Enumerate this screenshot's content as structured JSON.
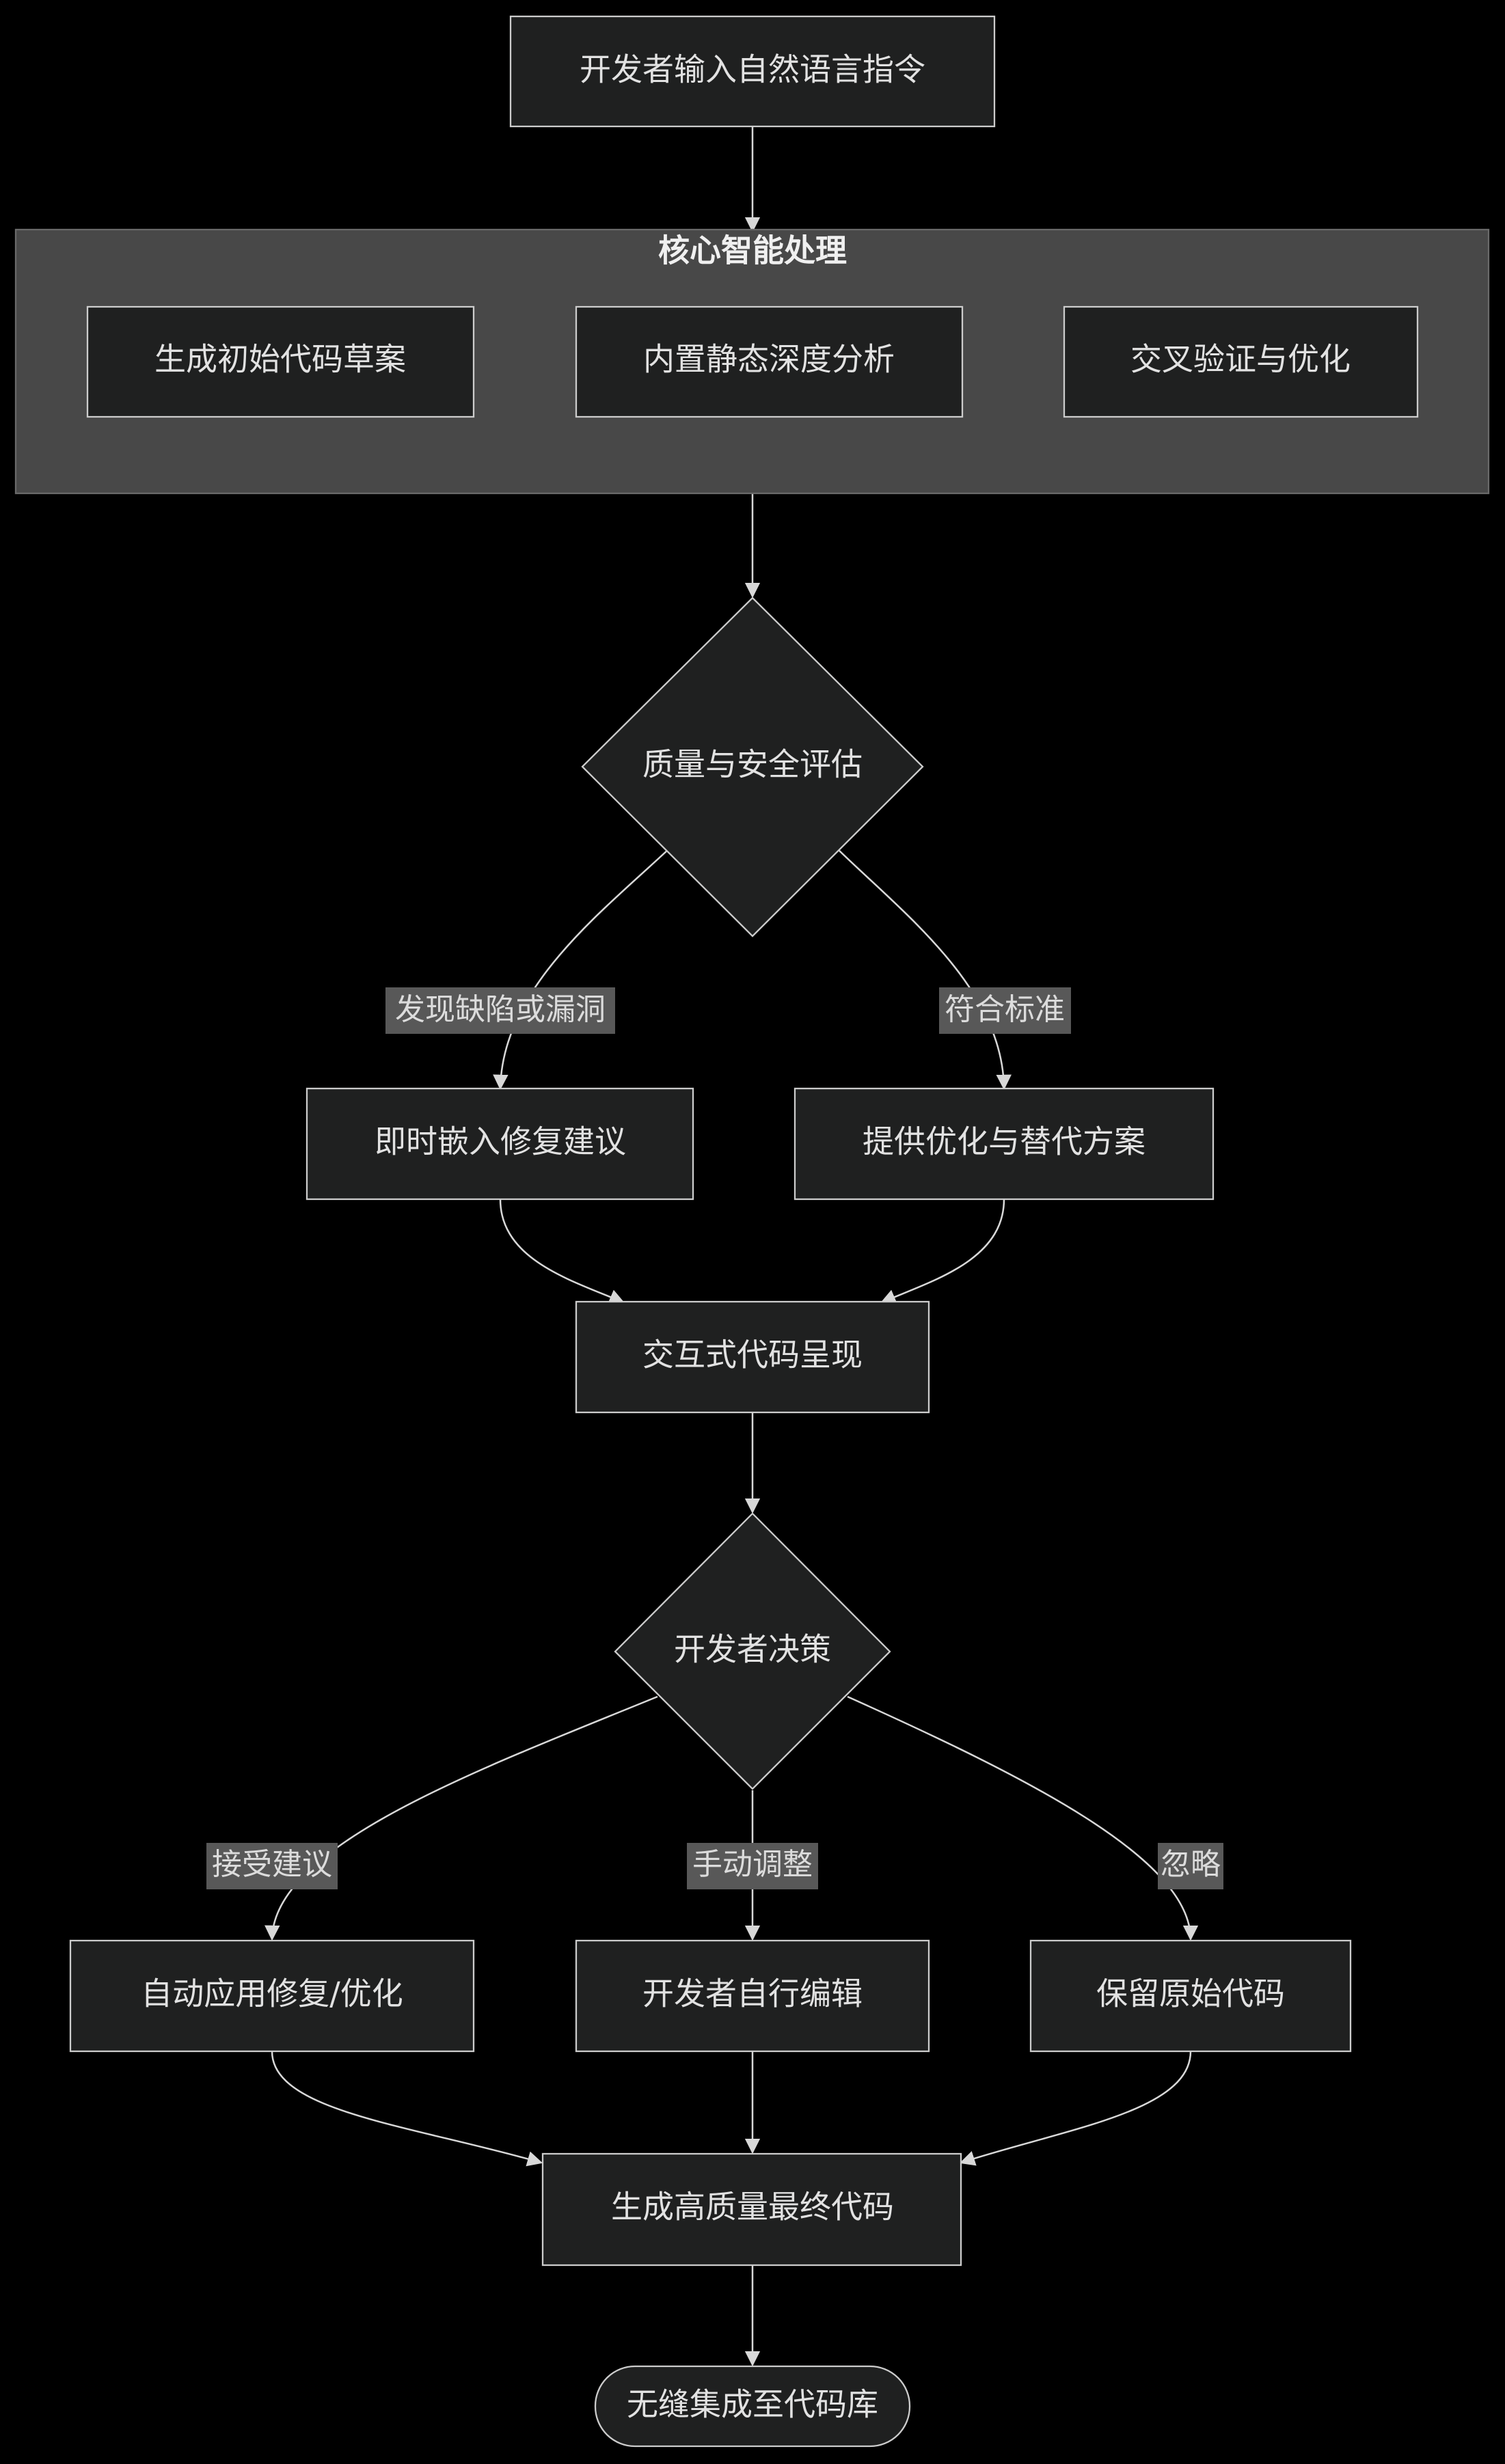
{
  "colors": {
    "background": "#000000",
    "node_fill": "#1f2020",
    "node_stroke": "#cccccc",
    "cluster_fill": "#484848",
    "edge": "#d8d8d8",
    "label_bg": "#585858"
  },
  "nodes": {
    "start": "开发者输入自然语言指令",
    "cluster_title": "核心智能处理",
    "draft": "生成初始代码草案",
    "static_analysis": "内置静态深度分析",
    "cross_verify": "交叉验证与优化",
    "quality_check": "质量与安全评估",
    "fix_suggest": "即时嵌入修复建议",
    "alt_options": "提供优化与替代方案",
    "present": "交互式代码呈现",
    "decision": "开发者决策",
    "auto_apply": "自动应用修复/优化",
    "manual_edit": "开发者自行编辑",
    "keep_original": "保留原始代码",
    "final_code": "生成高质量最终代码",
    "integrate": "无缝集成至代码库"
  },
  "edge_labels": {
    "defect_found": "发现缺陷或漏洞",
    "meets_standard": "符合标准",
    "accept": "接受建议",
    "manual_adjust": "手动调整",
    "ignore": "忽略"
  }
}
